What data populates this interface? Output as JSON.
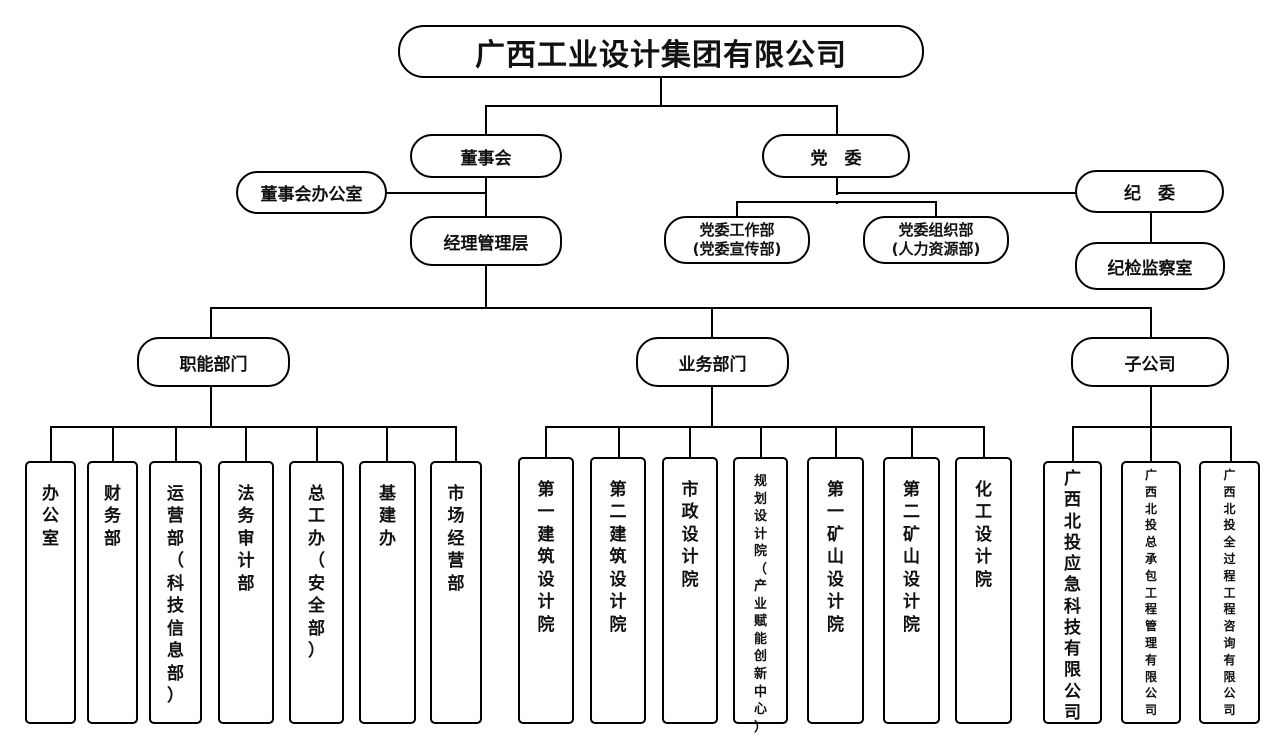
{
  "root": "广西工业设计集团有限公司",
  "board": "董事会",
  "party": "党　委",
  "discipline": "纪　委",
  "board_office": "董事会办公室",
  "management": "经理管理层",
  "party_work": [
    "党委工作部",
    "(党委宣传部)"
  ],
  "party_org": [
    "党委组织部",
    "(人力资源部)"
  ],
  "discipline_office": "纪检监察室",
  "groups": {
    "functional": "职能部门",
    "business": "业务部门",
    "subsidiary": "子公司"
  },
  "functional_depts": [
    "办公室",
    "财务部",
    "运营部（科技信息部）",
    "法务审计部",
    "总工办（安全部）",
    "基建办",
    "市场经营部"
  ],
  "business_depts": [
    "第一建筑设计院",
    "第二建筑设计院",
    "市政设计院",
    "规划设计院（产业赋能创新中心）",
    "第一矿山设计院",
    "第二矿山设计院",
    "化工设计院"
  ],
  "subsidiaries": [
    "广西北投应急科技有限公司",
    "广西北投总承包工程管理有限公司",
    "广西北投全过程工程咨询有限公司"
  ]
}
